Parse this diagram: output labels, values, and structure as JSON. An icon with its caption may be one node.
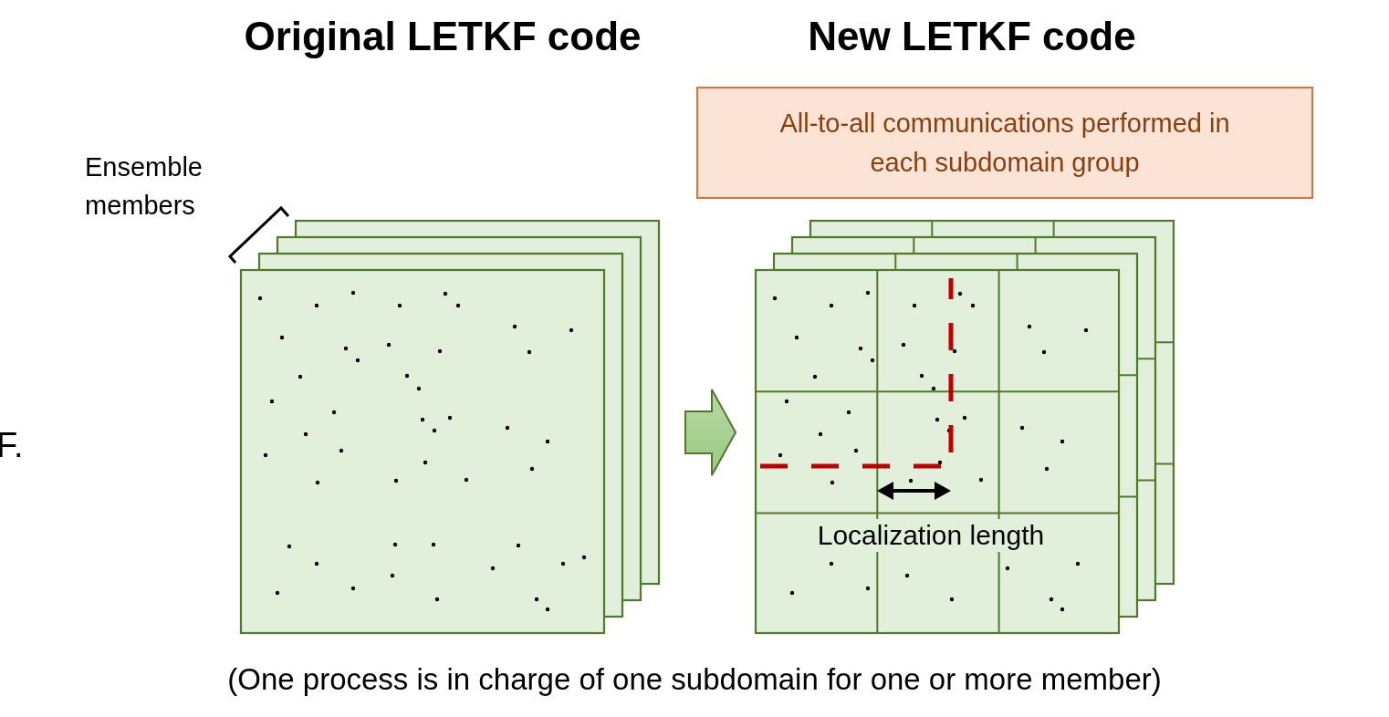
{
  "diagram": {
    "caption": "(One process is in charge of one subdomain for one or more member)",
    "nodes": [
      {
        "text": [
          "All-to-all communications performed in each subdomain group"
        ]
      },
      {
        "text": [],
        "shape": "box"
      },
      {
        "text": [],
        "shape": "box"
      }
    ],
    "edges": [
      {
        "from": 1,
        "to": 2,
        "arrow": "to"
      }
    ],
    "labels": [
      "Original LETKF code",
      "New LETKF code",
      "Ensemble members",
      "F.",
      "Localization length"
    ]
  }
}
